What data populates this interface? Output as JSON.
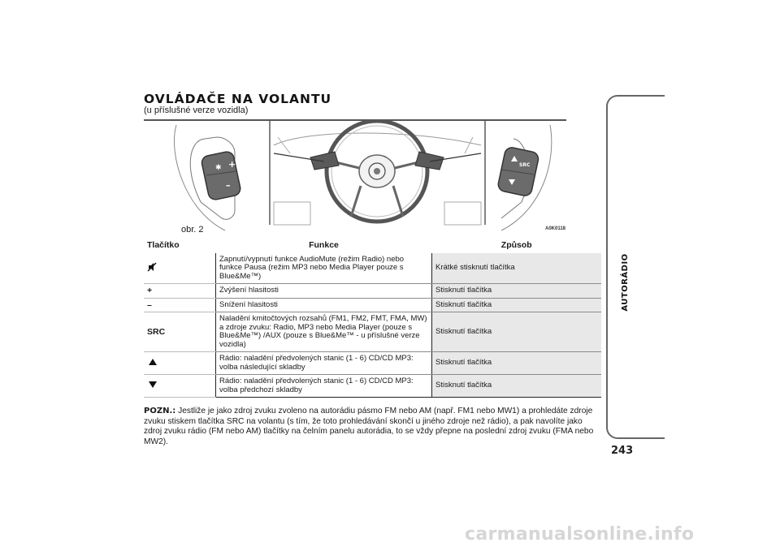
{
  "page": {
    "title": "OVLÁDAČE NA VOLANTU",
    "subtitle": "(u příslušné verze vozidla)",
    "figure_label": "obr. 2",
    "figure_code": "A0K0118",
    "side_tab_label": "AUTORÁDIO",
    "page_number": "243",
    "watermark": "carmanualsonline.info"
  },
  "table": {
    "headers": [
      "Tlačítko",
      "Funkce",
      "Způsob"
    ],
    "rows": [
      {
        "button": "",
        "button_icon": "mute-icon",
        "function": "Zapnutí/vypnutí funkce AudioMute (režim Radio) nebo funkce Pausa (režim MP3 nebo Media Player pouze s Blue&Me™)",
        "method": "Krátké stisknutí tlačítka"
      },
      {
        "button": "+",
        "function": "Zvýšení hlasitosti",
        "method": "Stisknutí tlačítka"
      },
      {
        "button": "–",
        "function": "Snížení hlasitosti",
        "method": "Stisknutí tlačítka"
      },
      {
        "button": "SRC",
        "function": "Naladění kmitočtových rozsahů (FM1, FM2, FMT, FMA, MW) a zdroje zvuku: Radio, MP3 nebo Media Player (pouze s Blue&Me™) /AUX (pouze s Blue&Me™ - u příslušné verze vozidla)",
        "method": "Stisknutí tlačítka"
      },
      {
        "button": "",
        "button_icon": "triangle-up-icon",
        "function": "Rádio: naladění předvolených stanic (1 - 6) CD/CD MP3: volba následující skladby",
        "method": "Stisknutí tlačítka"
      },
      {
        "button": "",
        "button_icon": "triangle-down-icon",
        "function": "Rádio: naladění předvolených stanic (1 - 6) CD/CD MP3: volba předchozí skladby",
        "method": "Stisknutí tlačítka"
      }
    ]
  },
  "note": {
    "label": "POZN.:",
    "text": "Jestliže je jako zdroj zvuku zvoleno na autorádiu pásmo FM nebo AM (např. FM1 nebo MW1) a prohledáte zdroje zvuku stiskem tlačítka SRC na volantu (s tím, že toto prohledávání skončí u jiného zdroje než rádio), a pak navolíte jako zdroj zvuku rádio (FM nebo AM) tlačítky na čelním panelu autorádia, to se vždy přepne na poslední zdroj zvuku (FMA nebo MW2)."
  },
  "figure": {
    "left_panel_labels": [
      "+",
      "–"
    ],
    "right_panel_labels": [
      "SRC"
    ]
  }
}
